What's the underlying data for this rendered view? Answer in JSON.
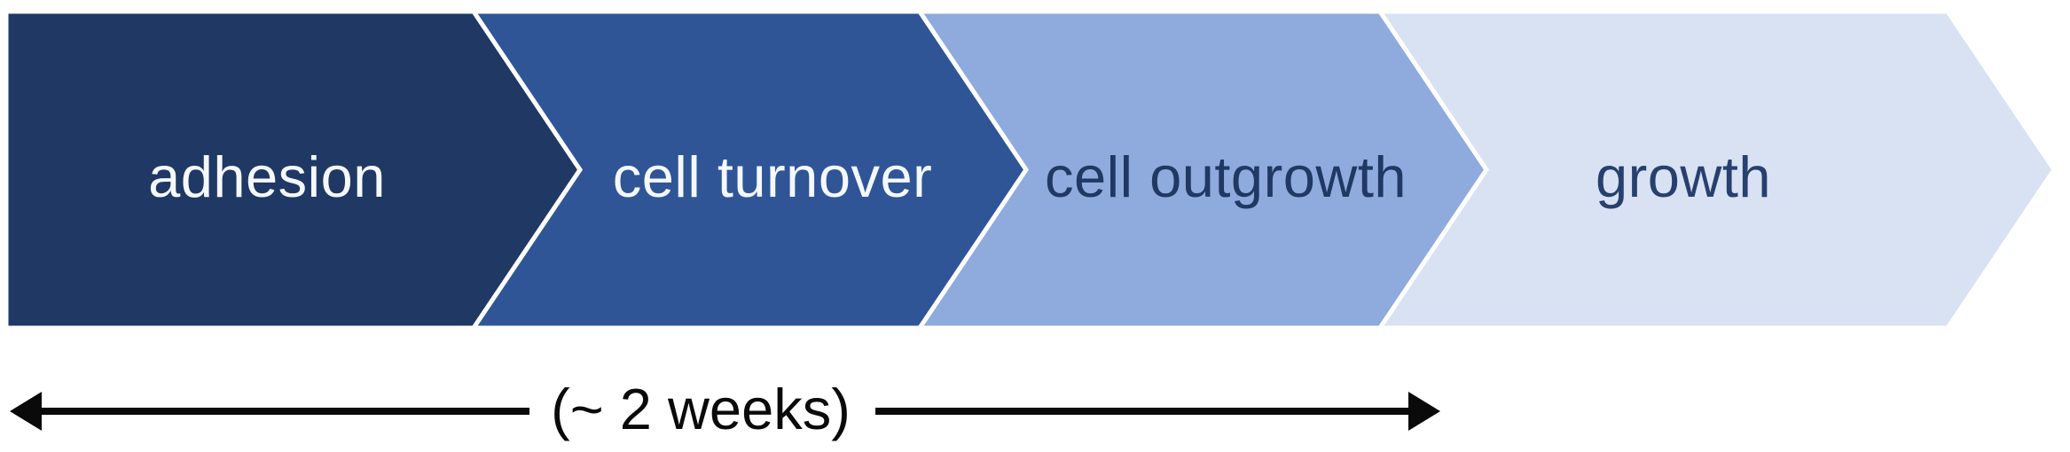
{
  "diagram": {
    "type": "process-flow-chevrons",
    "background": "#FFFFFF",
    "separator_color": "#FFFFFF",
    "stages": [
      {
        "label": "adhesion",
        "fill": "#1F3864",
        "text_color": "#F5F8FE"
      },
      {
        "label": "cell turnover",
        "fill": "#2F5597",
        "text_color": "#F5F8FE"
      },
      {
        "label": "cell outgrowth",
        "fill": "#8FAADC",
        "text_color": "#1F3864"
      },
      {
        "label": "growth",
        "fill": "#D9E2F3",
        "text_color": "#27406E"
      }
    ],
    "timeline": {
      "label": "(~ 2 weeks)",
      "arrow_color": "#0A0A0A"
    }
  }
}
